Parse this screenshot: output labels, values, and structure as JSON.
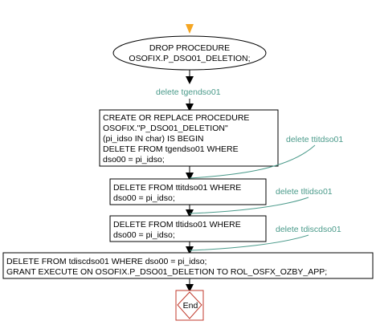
{
  "colors": {
    "edge": "#000000",
    "start_arrow": "#f5a623",
    "note": "#4a9a8a",
    "end_border": "#c0392b",
    "node_fill": "#ffffff"
  },
  "diagram": {
    "start_node": {
      "lines": [
        "DROP PROCEDURE",
        "OSOFIX.P_DSO01_DELETION;"
      ]
    },
    "edge_label": "delete tgendso01",
    "step1": {
      "lines": [
        "CREATE OR REPLACE PROCEDURE",
        "OSOFIX.\"P_DSO01_DELETION\"",
        "(pi_idso IN char) IS BEGIN",
        "DELETE FROM tgendso01 WHERE",
        "dso00 = pi_idso;"
      ]
    },
    "step2": {
      "lines": [
        "DELETE FROM ttitdso01 WHERE",
        "dso00 = pi_idso;"
      ]
    },
    "step3": {
      "lines": [
        "DELETE FROM tltidso01 WHERE",
        "dso00 = pi_idso;"
      ]
    },
    "step4": {
      "lines": [
        "DELETE FROM tdiscdso01 WHERE  dso00 = pi_idso;",
        "GRANT EXECUTE ON OSOFIX.P_DSO01_DELETION TO ROL_OSFX_OZBY_APP;"
      ]
    },
    "notes": [
      "delete ttitdso01",
      "delete tltidso01",
      "delete tdiscdso01"
    ],
    "end_node": {
      "label": "End"
    }
  }
}
